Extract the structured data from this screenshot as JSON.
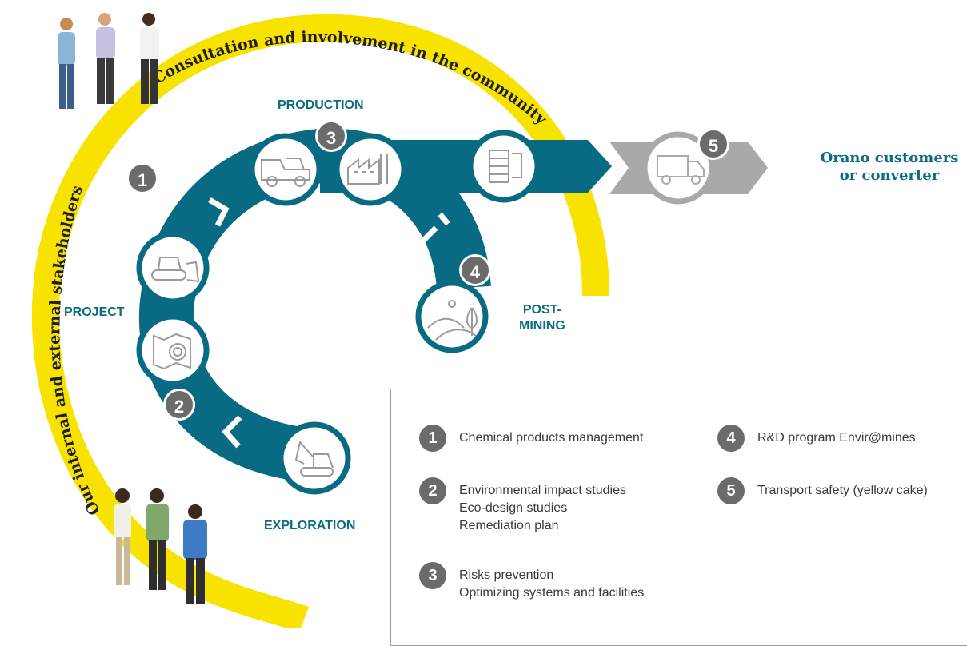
{
  "arcs": {
    "outer_label": "Consultation and involvement in the community",
    "left_label": "Our internal and external stakeholders"
  },
  "stages": {
    "production": "PRODUCTION",
    "project": "PROJECT",
    "post_mining": [
      "POST-",
      "MINING"
    ],
    "exploration": "EXPLORATION"
  },
  "destination": [
    "Orano customers",
    "or converter"
  ],
  "badges": [
    "1",
    "2",
    "3",
    "4",
    "5"
  ],
  "legend": [
    {
      "num": "1",
      "lines": [
        "Chemical products management"
      ]
    },
    {
      "num": "2",
      "lines": [
        "Environmental impact studies",
        "Eco-design studies",
        "Remediation plan"
      ]
    },
    {
      "num": "3",
      "lines": [
        "Risks prevention",
        "Optimizing systems and facilities"
      ]
    },
    {
      "num": "4",
      "lines": [
        "R&D program Envir@mines"
      ]
    },
    {
      "num": "5",
      "lines": [
        "Transport safety (yellow cake)"
      ]
    }
  ],
  "icons": [
    "dump-truck-icon",
    "factory-icon",
    "drums-icon",
    "bulldozer-icon",
    "map-icon",
    "excavator-icon",
    "landscape-icon",
    "truck-icon",
    "people-icon"
  ],
  "colors": {
    "teal": "#086b83",
    "yellow": "#f7e200",
    "grey": "#a9a9a9",
    "badge": "#6b6b6b"
  }
}
